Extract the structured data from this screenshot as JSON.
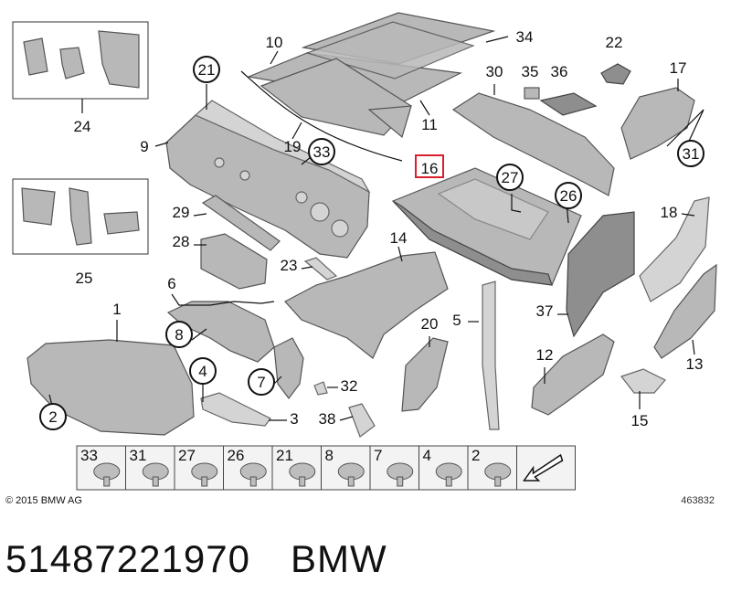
{
  "part_labels": [
    {
      "id": "p10",
      "text": "10",
      "circled": false,
      "highlight": false
    },
    {
      "id": "p34",
      "text": "34",
      "circled": false,
      "highlight": false
    },
    {
      "id": "p22",
      "text": "22",
      "circled": false,
      "highlight": false
    },
    {
      "id": "p21",
      "text": "21",
      "circled": true,
      "highlight": false
    },
    {
      "id": "p30",
      "text": "30",
      "circled": false,
      "highlight": false
    },
    {
      "id": "p35",
      "text": "35",
      "circled": false,
      "highlight": false
    },
    {
      "id": "p36",
      "text": "36",
      "circled": false,
      "highlight": false
    },
    {
      "id": "p17",
      "text": "17",
      "circled": false,
      "highlight": false
    },
    {
      "id": "p24",
      "text": "24",
      "circled": false,
      "highlight": false
    },
    {
      "id": "p9",
      "text": "9",
      "circled": false,
      "highlight": false
    },
    {
      "id": "p19",
      "text": "19",
      "circled": false,
      "highlight": false
    },
    {
      "id": "p33",
      "text": "33",
      "circled": true,
      "highlight": false
    },
    {
      "id": "p11",
      "text": "11",
      "circled": false,
      "highlight": false
    },
    {
      "id": "p31",
      "text": "31",
      "circled": true,
      "highlight": false
    },
    {
      "id": "p16",
      "text": "16",
      "circled": false,
      "highlight": true
    },
    {
      "id": "p27",
      "text": "27",
      "circled": true,
      "highlight": false
    },
    {
      "id": "p26",
      "text": "26",
      "circled": true,
      "highlight": false
    },
    {
      "id": "p29",
      "text": "29",
      "circled": false,
      "highlight": false
    },
    {
      "id": "p18",
      "text": "18",
      "circled": false,
      "highlight": false
    },
    {
      "id": "p28",
      "text": "28",
      "circled": false,
      "highlight": false
    },
    {
      "id": "p14",
      "text": "14",
      "circled": false,
      "highlight": false
    },
    {
      "id": "p25",
      "text": "25",
      "circled": false,
      "highlight": false
    },
    {
      "id": "p23",
      "text": "23",
      "circled": false,
      "highlight": false
    },
    {
      "id": "p6",
      "text": "6",
      "circled": false,
      "highlight": false
    },
    {
      "id": "p1",
      "text": "1",
      "circled": false,
      "highlight": false
    },
    {
      "id": "p37",
      "text": "37",
      "circled": false,
      "highlight": false
    },
    {
      "id": "p8",
      "text": "8",
      "circled": true,
      "highlight": false
    },
    {
      "id": "p20",
      "text": "20",
      "circled": false,
      "highlight": false
    },
    {
      "id": "p5",
      "text": "5",
      "circled": false,
      "highlight": false
    },
    {
      "id": "p12",
      "text": "12",
      "circled": false,
      "highlight": false
    },
    {
      "id": "p13",
      "text": "13",
      "circled": false,
      "highlight": false
    },
    {
      "id": "p4",
      "text": "4",
      "circled": true,
      "highlight": false
    },
    {
      "id": "p7",
      "text": "7",
      "circled": true,
      "highlight": false
    },
    {
      "id": "p32",
      "text": "32",
      "circled": false,
      "highlight": false
    },
    {
      "id": "p2",
      "text": "2",
      "circled": true,
      "highlight": false
    },
    {
      "id": "p3",
      "text": "3",
      "circled": false,
      "highlight": false
    },
    {
      "id": "p38",
      "text": "38",
      "circled": false,
      "highlight": false
    },
    {
      "id": "p15",
      "text": "15",
      "circled": false,
      "highlight": false
    }
  ],
  "fastener_strip": [
    "33",
    "31",
    "27",
    "26",
    "21",
    "8",
    "7",
    "4",
    "2"
  ],
  "colors": {
    "highlight": "#d9202a",
    "part_fill": "#b8b8b8",
    "line": "#111111"
  },
  "copyright": "© 2015 BMW AG",
  "image_number": "463832",
  "part_number": "51487221970",
  "brand": "BMW"
}
